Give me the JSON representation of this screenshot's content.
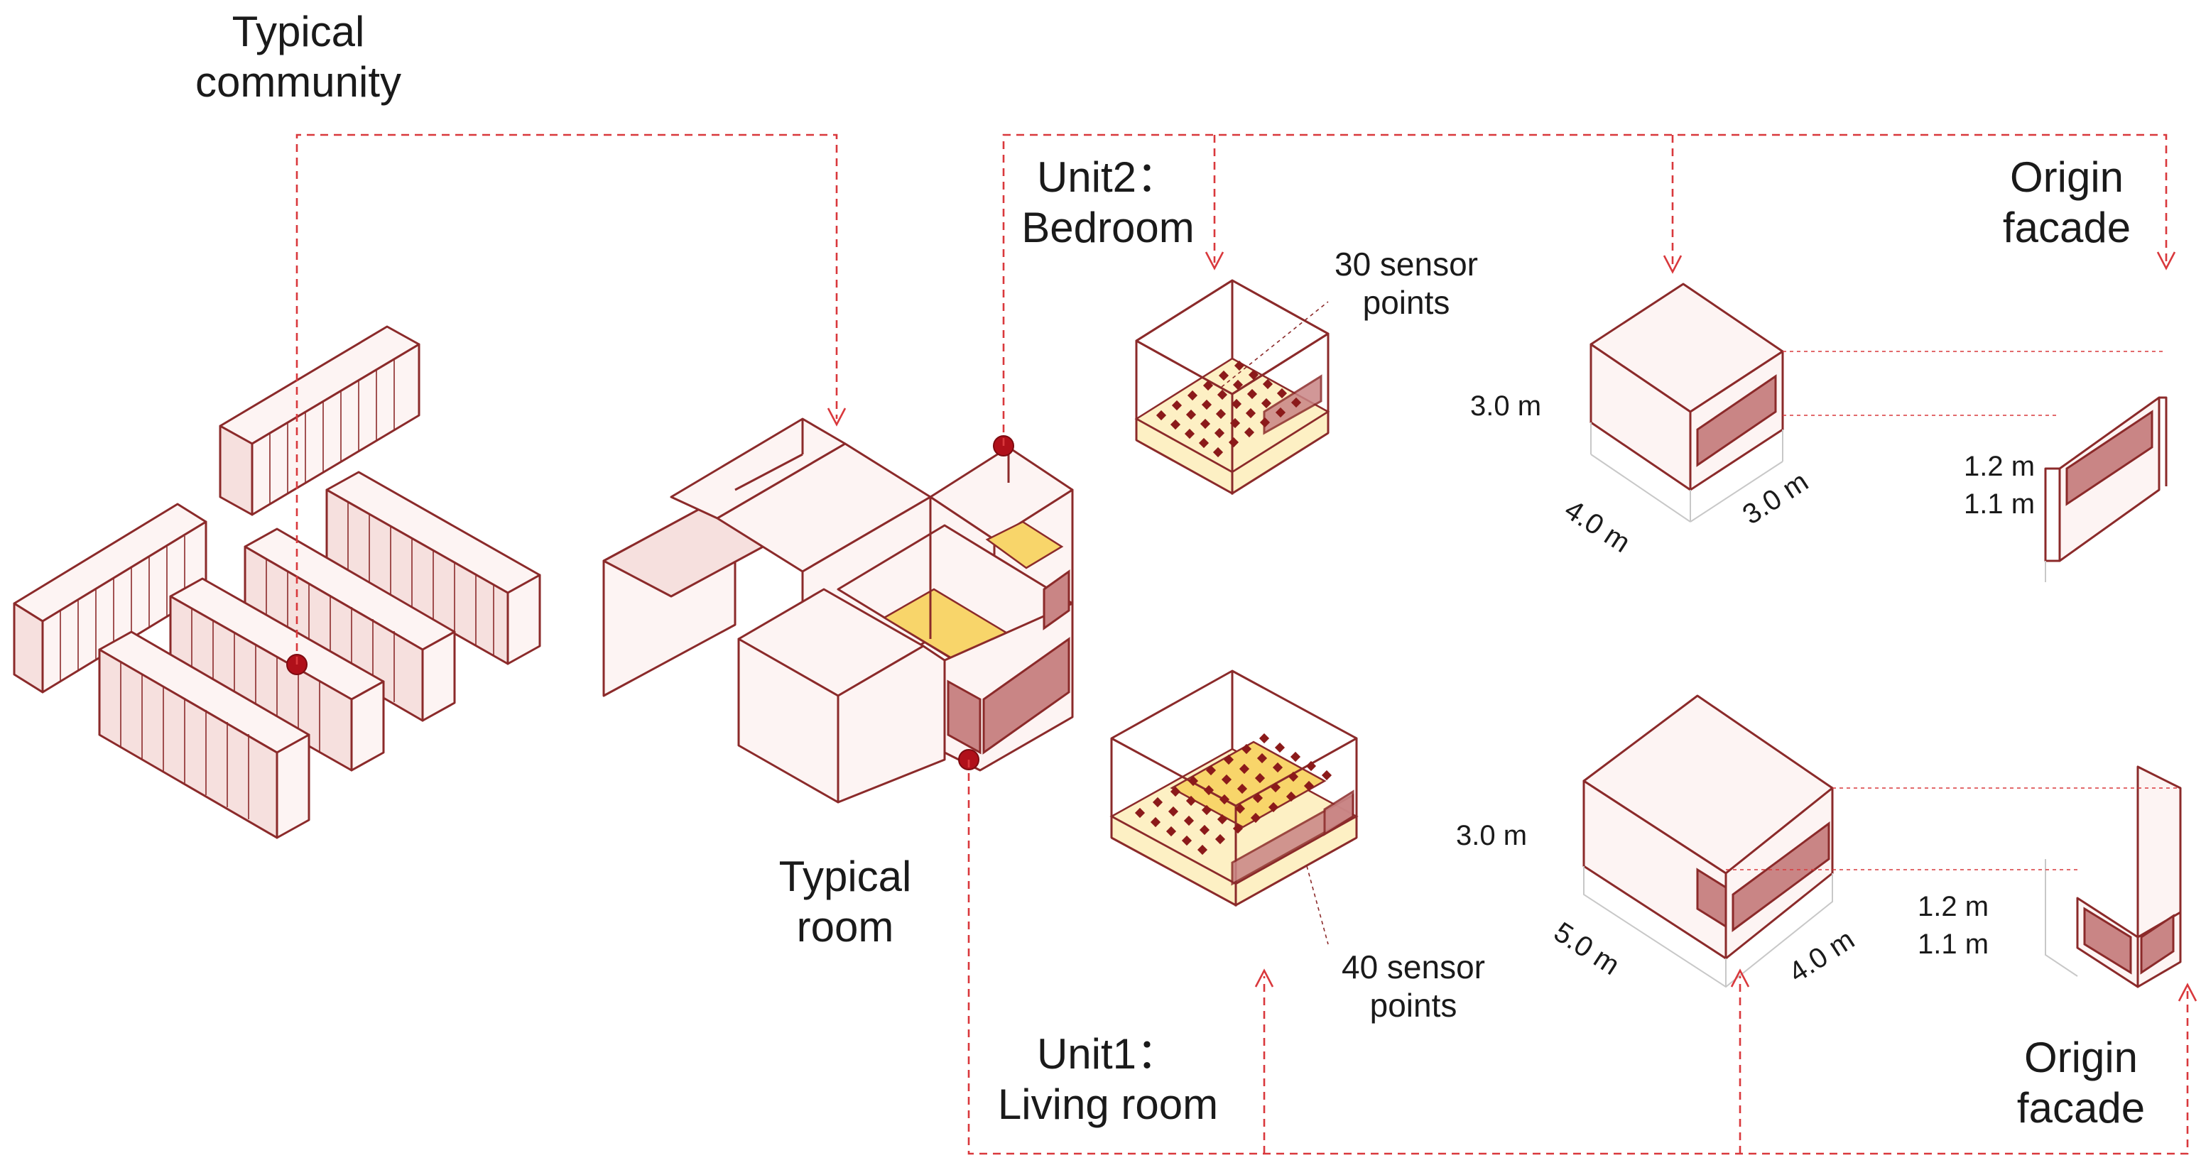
{
  "labels": {
    "community": [
      "Typical",
      "community"
    ],
    "room": [
      "Typical",
      "room"
    ],
    "unit2": [
      "Unit2：",
      "Bedroom"
    ],
    "unit1": [
      "Unit1：",
      "Living room"
    ],
    "facade_top": [
      "Origin",
      "facade"
    ],
    "facade_bottom": [
      "Origin",
      "facade"
    ],
    "sensors_unit2": [
      "30 sensor",
      "points"
    ],
    "sensors_unit1": [
      "40 sensor",
      "points"
    ]
  },
  "dimensions": {
    "unit2": {
      "height": "3.0 m",
      "length": "4.0 m",
      "width": "3.0 m",
      "sill_upper": "1.2 m",
      "sill_lower": "1.1 m"
    },
    "unit1": {
      "height": "3.0 m",
      "length": "5.0 m",
      "width": "4.0 m",
      "sill_upper": "1.2 m",
      "sill_lower": "1.1 m"
    }
  },
  "colors": {
    "outline": "#8b2a2a",
    "wall_fill": "#fdf4f3",
    "glazing": "#c98585",
    "floor_highlight": "#f8d56a",
    "connector_red": "#d9383c",
    "marker": "#b0101a"
  }
}
